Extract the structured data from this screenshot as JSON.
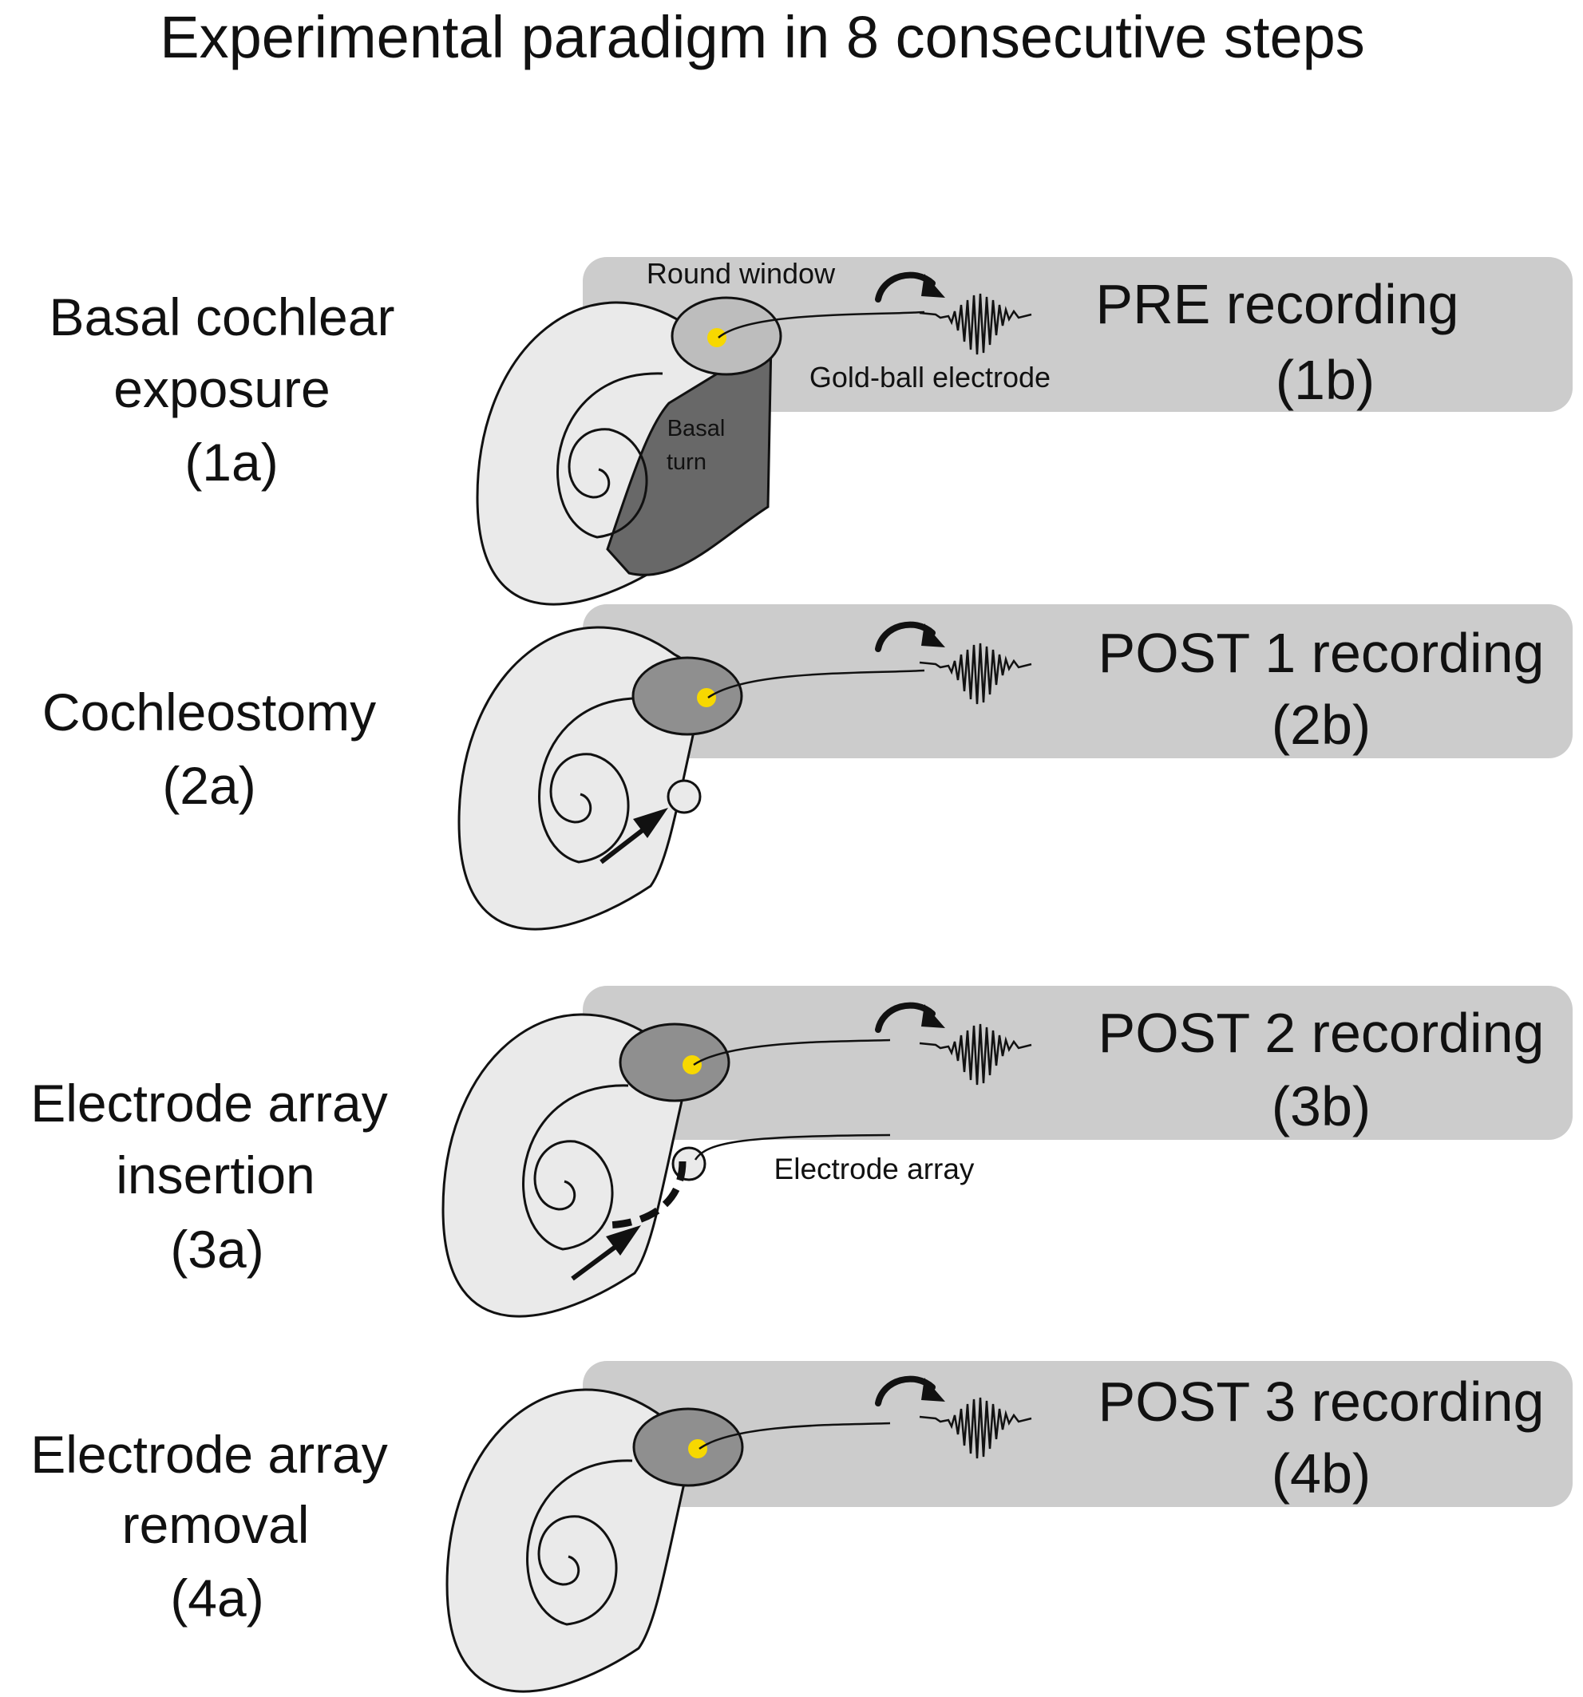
{
  "title": "Experimental paradigm in 8 consecutive steps",
  "colors": {
    "panel": "#cccccc",
    "cochlea_fill": "#eaeaea",
    "round_window_light": "#bdbdbd",
    "round_window_dark": "#8f8f8f",
    "basal_turn": "#686868",
    "electrode_ball": "#f7d800",
    "line": "#111111"
  },
  "annotations": {
    "round_window": "Round window",
    "gold_ball_electrode": "Gold-ball electrode",
    "basal_turn_line1": "Basal",
    "basal_turn_line2": "turn",
    "electrode_array": "Electrode array"
  },
  "steps": [
    {
      "surgery": [
        "Basal cochlear",
        "exposure",
        "(1a)"
      ],
      "recording": [
        "PRE recording",
        "(1b)"
      ]
    },
    {
      "surgery": [
        "Cochleostomy",
        "(2a)"
      ],
      "recording": [
        "POST 1 recording",
        "(2b)"
      ]
    },
    {
      "surgery": [
        "Electrode array",
        "insertion",
        "(3a)"
      ],
      "recording": [
        "POST 2 recording",
        "(3b)"
      ]
    },
    {
      "surgery": [
        "Electrode array",
        "removal",
        "(4a)"
      ],
      "recording": [
        "POST 3 recording",
        "(4b)"
      ]
    }
  ],
  "icons": [
    "curved-arrow-icon",
    "waveform-icon",
    "arrow-icon"
  ]
}
